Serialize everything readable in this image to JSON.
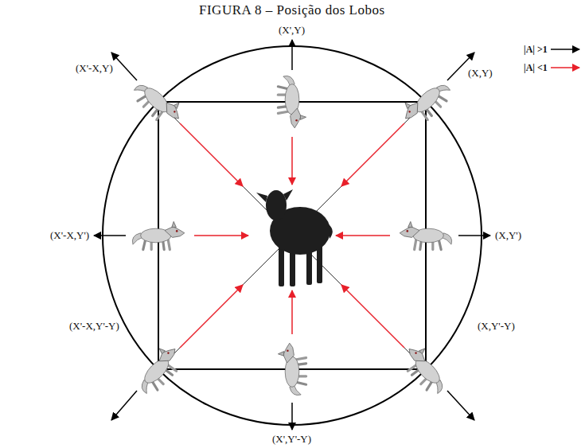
{
  "diagram": {
    "title": "FIGURA 8 – Posição dos Lobos",
    "labels": [
      "(X',Y)",
      "(X'-X,Y)",
      "(X,Y)",
      "(X'-X,Y')",
      "(X,Y')",
      "(X'-X,Y'-Y)",
      "(X,Y'-Y)",
      "(X',Y'-Y)"
    ],
    "legend": [
      {
        "text": "|A| >1"
      },
      {
        "text": "|A| <1"
      }
    ]
  }
}
